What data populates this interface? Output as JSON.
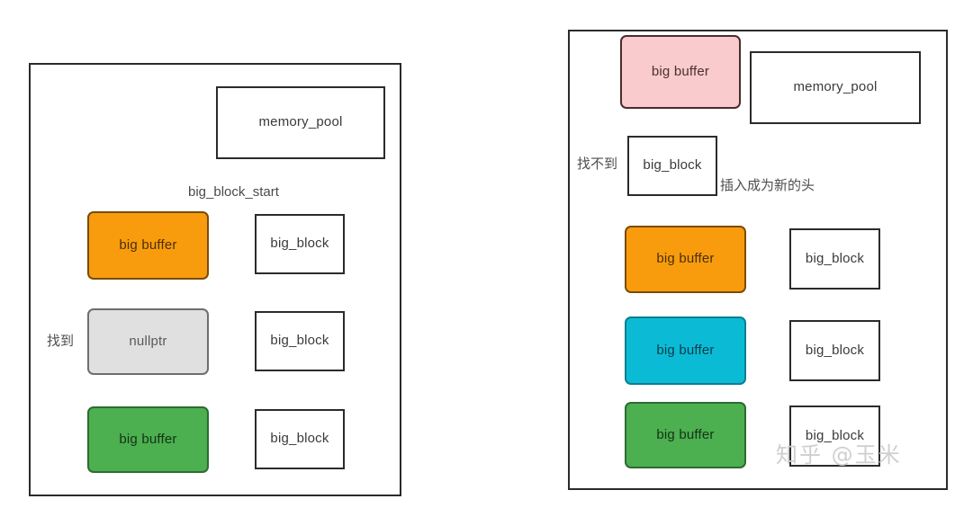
{
  "figure": {
    "title": "memory_pool big_block linked-list allocation diagram",
    "watermark": "知乎 @玉米",
    "colors": {
      "orange_fill": "#F89C0E",
      "orange_border": "#7A4C06",
      "green_fill": "#4CAF50",
      "green_border": "#2E6B31",
      "cyan_fill": "#0BBBD6",
      "cyan_border": "#0B7F91",
      "pink_fill": "#FACBCC",
      "pink_border": "#4A2C2C",
      "gray_fill": "#E0E0E0",
      "gray_border": "#6E6E6E",
      "plain_fill": "#FFFFFF",
      "plain_border": "#2B2B2B",
      "panel_border": "#2B2B2B",
      "arrow": "#2B2B2B",
      "text": "#3A3A3A"
    }
  },
  "left_panel": {
    "name": "search-phase-panel",
    "nodes": {
      "memory_pool": "memory_pool",
      "big_block_1": "big_block",
      "big_block_2": "big_block",
      "big_block_3": "big_block",
      "buffer_orange": "big buffer",
      "buffer_nullptr": "nullptr",
      "buffer_green": "big buffer"
    },
    "labels": {
      "big_block_start": "big_block_start",
      "found": "找到"
    }
  },
  "right_panel": {
    "name": "insert-phase-panel",
    "nodes": {
      "buffer_pink": "big buffer",
      "memory_pool": "memory_pool",
      "big_block_new": "big_block",
      "big_block_1": "big_block",
      "big_block_2": "big_block",
      "big_block_3": "big_block",
      "buffer_orange": "big buffer",
      "buffer_cyan": "big buffer",
      "buffer_green": "big buffer"
    },
    "labels": {
      "not_found": "找不到",
      "insert_as_new_head": "插入成为新的头"
    }
  }
}
